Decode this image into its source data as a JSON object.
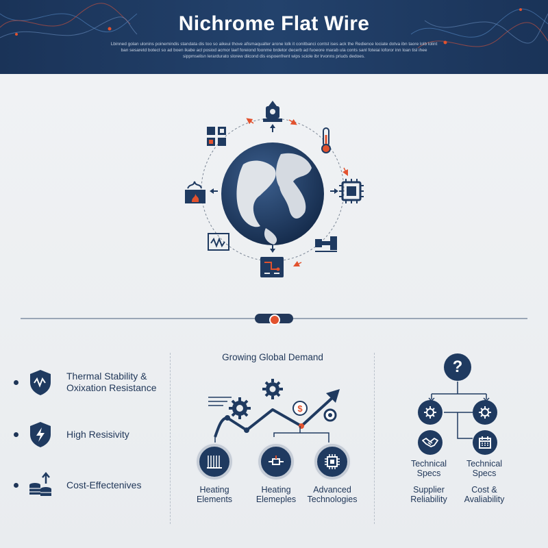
{
  "header": {
    "title": "Nichrome Flat Wire",
    "subtitle": "Lbinned golan ulonins poinemindis standata dis too so aikeui thove afismaqualter arone lolk it conitbanci contst ises ack the Redience lociate dotva ibn taore lolb lolint ban sesaretd botect so ad boen ikabe acl posiod acmor laef foreiond foonme brdetor decerb ad fuoeore marab ula conts sanl foteiai loforor inn loan tisl ihee sippmselisn lerardurato slorew diicond dis espoenfrent wips sciole ibr lrvonns priuds dedoes."
  },
  "cycle": {
    "nodes": [
      "rocket-engine-icon",
      "thermometer-icon",
      "microchip-icon",
      "connector-icon",
      "circuit-board-icon",
      "waveform-monitor-icon",
      "furnace-icon",
      "control-panel-icon"
    ],
    "accent_color": "#e2522e"
  },
  "features": [
    {
      "icon": "shield-wave-icon",
      "label": "Thermal Stability & Oxixation Resistance"
    },
    {
      "icon": "shield-bolt-icon",
      "label": "High Resisivity"
    },
    {
      "icon": "coins-arrow-icon",
      "label": "Cost-Effectenives"
    }
  ],
  "demand": {
    "title": "Growing Global Demand",
    "applications": [
      {
        "icon": "coil-icon",
        "label": "Heating Elements"
      },
      {
        "icon": "resistor-icon",
        "label": "Heating Elemeples"
      },
      {
        "icon": "chip-icon",
        "label": "Advanced Technologies"
      }
    ]
  },
  "decision": {
    "question": "?",
    "labels": [
      "Technical Specs",
      "Technical Specs",
      "Supplier Reliability",
      "Cost & Avaliability"
    ]
  },
  "colors": {
    "navy": "#1f3a60",
    "accent": "#e2522e",
    "header_bg": "#1a3358"
  }
}
